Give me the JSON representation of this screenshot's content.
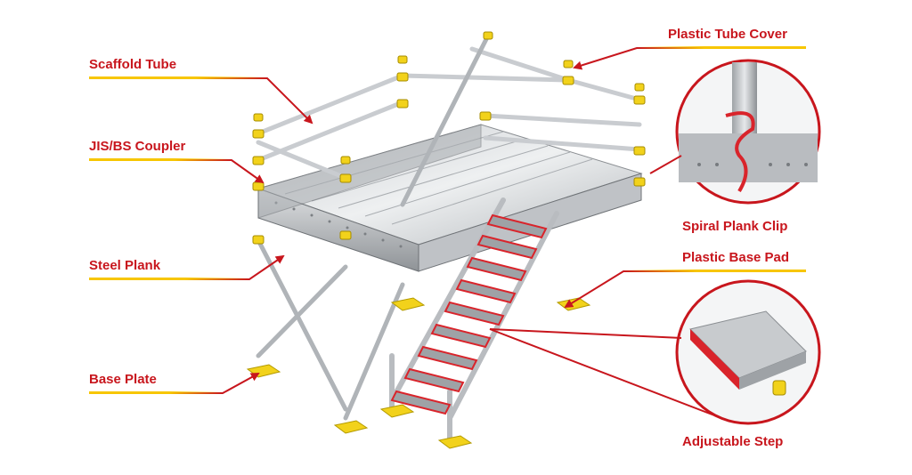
{
  "colors": {
    "label": "#c8161d",
    "underline": "#f7c600",
    "steel": "#b9bcc0",
    "plank": "#9fa3a7",
    "fitting": "#f2d21b",
    "step_edge": "#d9242b"
  },
  "labels": {
    "scaffold_tube": "Scaffold Tube",
    "jis_bs_coupler": "JIS/BS Coupler",
    "steel_plank": "Steel Plank",
    "base_plate": "Base Plate",
    "plastic_tube_cover": "Plastic Tube Cover",
    "spiral_plank_clip": "Spiral Plank Clip",
    "plastic_base_pad": "Plastic Base Pad",
    "adjustable_step": "Adjustable Step"
  }
}
